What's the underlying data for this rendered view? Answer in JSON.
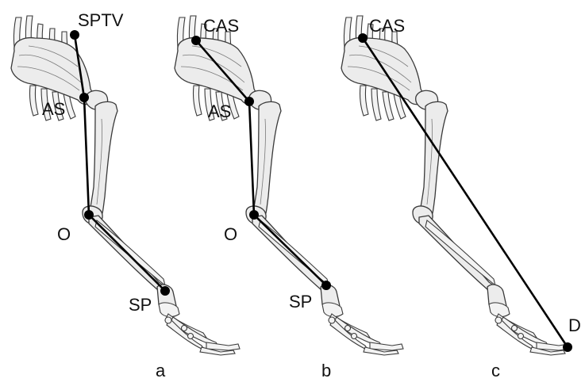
{
  "panels": [
    {
      "caption": "a",
      "landmarks": [
        "SPTV",
        "AS",
        "O",
        "SP"
      ]
    },
    {
      "caption": "b",
      "landmarks": [
        "CAS",
        "AS",
        "O",
        "SP"
      ]
    },
    {
      "caption": "c",
      "landmarks": [
        "CAS",
        "D"
      ]
    }
  ],
  "colors": {
    "bone_fill": "#ececec",
    "bone_outline": "#3a3a3a",
    "measurement_line": "#000000",
    "background": "#ffffff"
  }
}
